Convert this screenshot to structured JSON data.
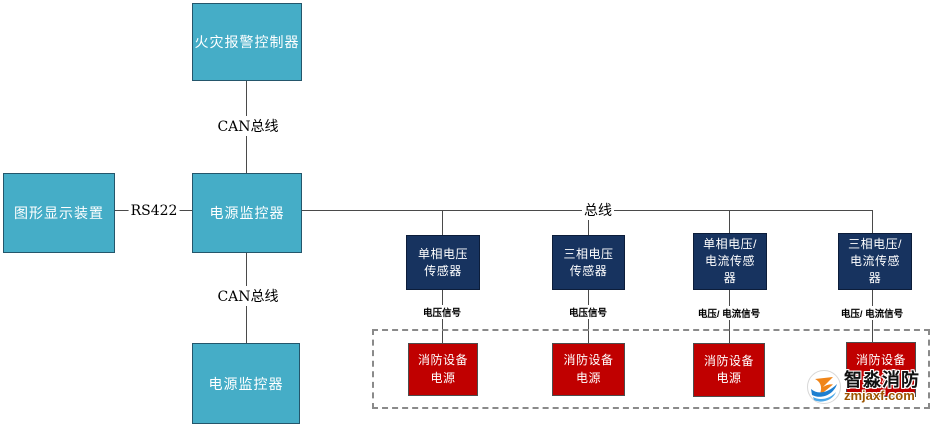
{
  "colors": {
    "teal": "#45ADC7",
    "navy": "#17335F",
    "red": "#C00000",
    "line": "#4a4a4a"
  },
  "nodes": {
    "fire_alarm_controller": {
      "label": "火灾报警控制器"
    },
    "graphic_display": {
      "label": "图形显示装置"
    },
    "power_monitor_top": {
      "label": "电源监控器"
    },
    "power_monitor_bottom": {
      "label": "电源监控器"
    }
  },
  "links": {
    "can_bus_top": "CAN总线",
    "rs422": "RS422",
    "can_bus_bottom": "CAN总线",
    "bus": "总线"
  },
  "sensors": [
    {
      "label": "单相电压\n传感器",
      "signal": "电压信号"
    },
    {
      "label": "三相电压\n传感器",
      "signal": "电压信号"
    },
    {
      "label": "单相电压/\n电流传感\n器",
      "signal": "电压/ 电流信号"
    },
    {
      "label": "三相电压/\n电流传感\n器",
      "signal": "电压/ 电流信号"
    }
  ],
  "psus": [
    {
      "label": "消防设备\n电源"
    },
    {
      "label": "消防设备\n电源"
    },
    {
      "label": "消防设备\n电源"
    },
    {
      "label": "消防设备\n电源"
    }
  ],
  "watermark": {
    "brand": "智淼消防",
    "domain": "zmjaxf.com"
  }
}
